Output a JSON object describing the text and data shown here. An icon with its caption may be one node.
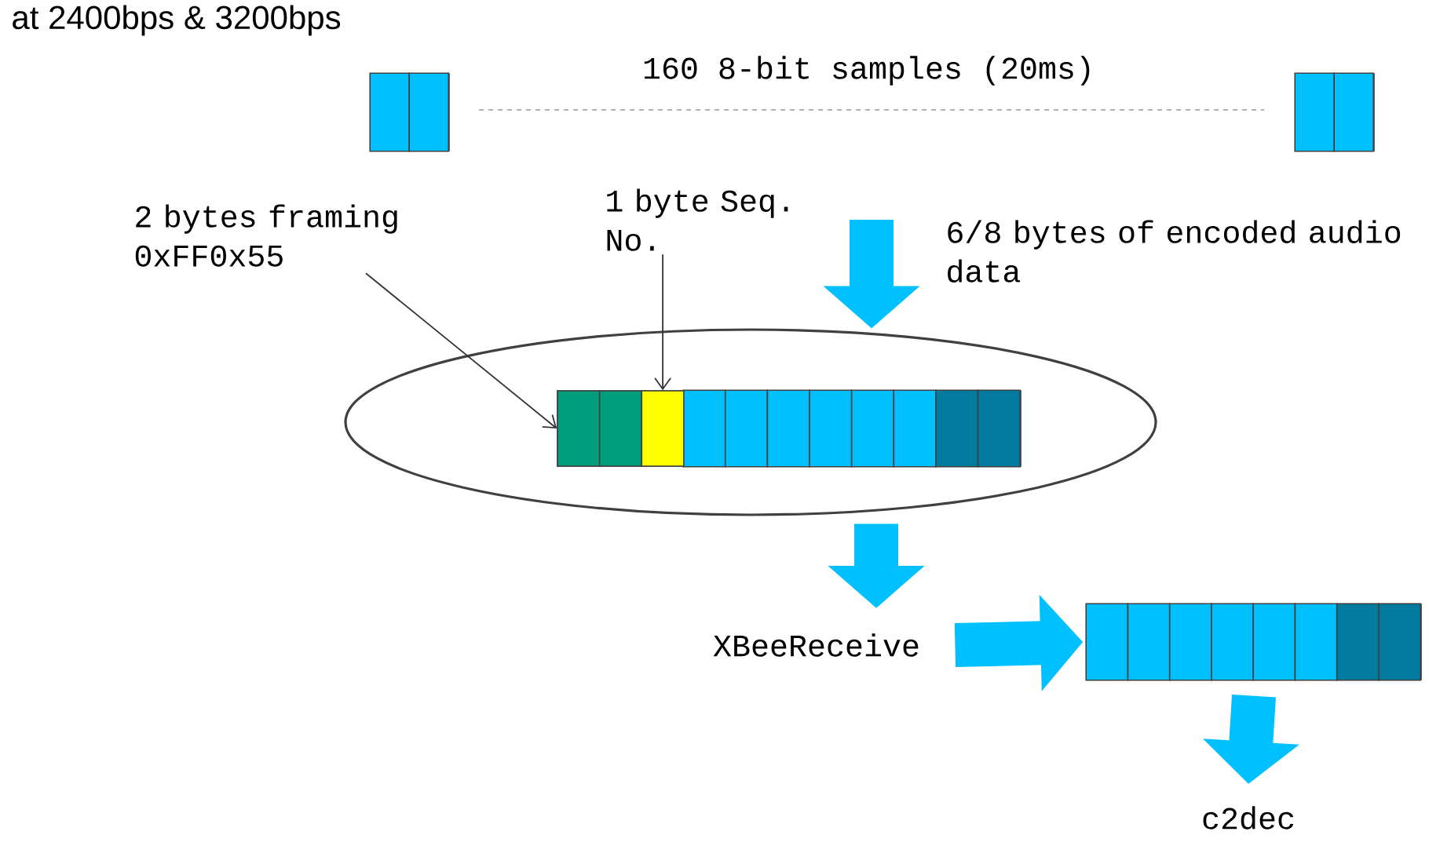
{
  "diagram": {
    "nodes": [
      {
        "text": [],
        "shape": "box"
      },
      {
        "text": [],
        "shape": "box"
      },
      {
        "text": [
          "2 bytes framing 0xFF0x55"
        ]
      },
      {
        "text": [
          "1 byte Seq. No."
        ]
      },
      {
        "text": [],
        "shape": "ellipse"
      },
      {
        "text": [],
        "shape": "bar",
        "in": 4
      },
      {
        "text": [],
        "shape": "box",
        "in": 5
      },
      {
        "text": [],
        "shape": "box",
        "in": 5
      },
      {
        "text": [],
        "shape": "box",
        "in": 5
      },
      {
        "text": [
          "XBeeReceive"
        ]
      },
      {
        "text": [],
        "shape": "bar"
      },
      {
        "text": [
          "c2dec"
        ]
      }
    ],
    "edges": [
      {
        "from": null,
        "to": 4,
        "arrow": "to"
      },
      {
        "from": 2,
        "to": 6,
        "arrow": "to",
        "color": "#333333"
      },
      {
        "from": 3,
        "to": 8,
        "arrow": "to",
        "color": "#333333"
      },
      {
        "from": 4,
        "to": 9,
        "arrow": "to"
      },
      {
        "from": 9,
        "to": 10,
        "arrow": "to"
      },
      {
        "from": 10,
        "to": 11,
        "arrow": "to"
      }
    ],
    "labels": [
      "at 2400bps & 3200bps",
      "160 8-bit samples (20ms)",
      "6/8 bytes of encoded audio data"
    ]
  }
}
